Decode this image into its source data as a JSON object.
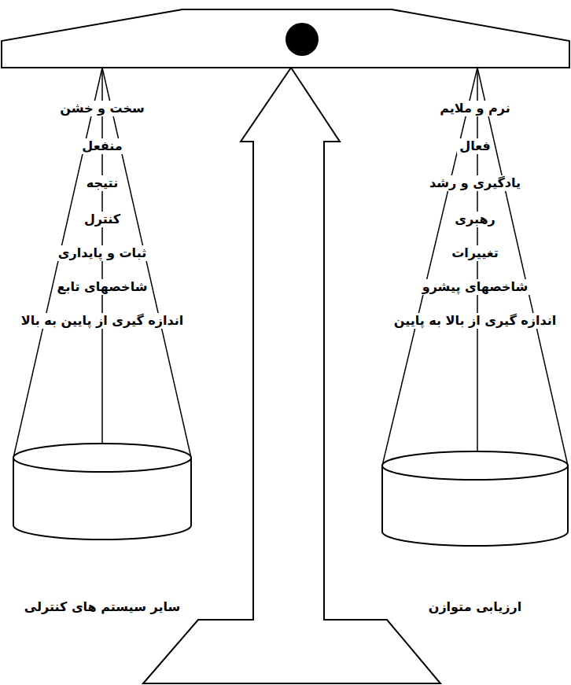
{
  "diagram": {
    "labels": [
      "سخت و خشن",
      "منفعل",
      "نتیجه",
      "کنترل",
      "ثبات و پایداری",
      "شاخصهای تابع",
      "اندازه گیری از پایین به بالا",
      "نرم و ملایم",
      "فعال",
      "یادگیری و رشد",
      "رهبری",
      "تغییرات",
      "شاخصهای پیشرو",
      "اندازه گیری از بالا به پایین",
      "سایر سیستم های کنترلی",
      "ارزیابی متوازن"
    ]
  }
}
